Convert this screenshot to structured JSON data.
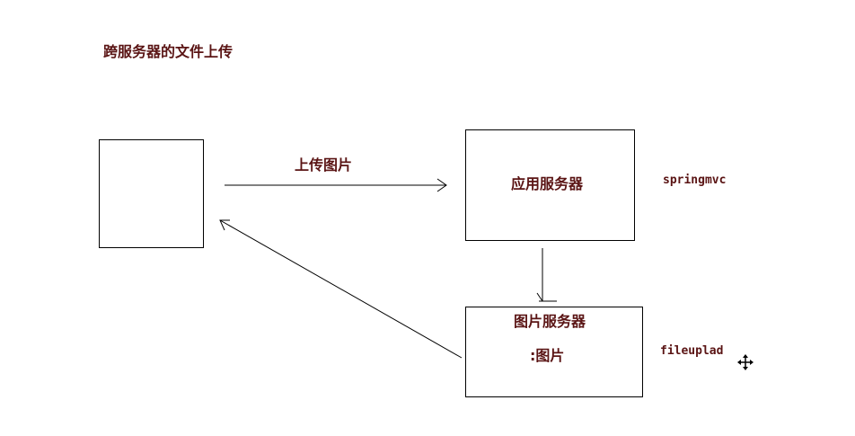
{
  "diagram": {
    "title": "跨服务器的文件上传",
    "upload_label": "上传图片",
    "client_box": {
      "label": ""
    },
    "app_server": {
      "label": "应用服务器",
      "side_label": "springmvc"
    },
    "image_server": {
      "title": "图片服务器",
      "subtitle": ":图片",
      "side_label": "fileuplad"
    }
  },
  "colors": {
    "text": "#5a1414",
    "line": "#000000",
    "background": "#ffffff"
  },
  "icons": {
    "cursor": "move-cursor-icon"
  }
}
